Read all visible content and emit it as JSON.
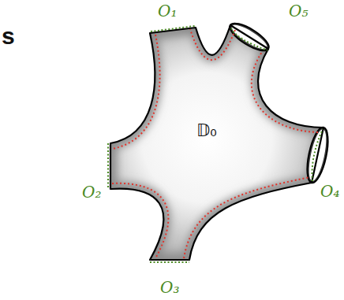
{
  "diagram": {
    "nodes": [
      {
        "text": [
          "𝔻₀"
        ]
      }
    ],
    "labels": [
      "O₁",
      "O₅",
      "O₂",
      "O₄",
      "O₃",
      "s"
    ]
  }
}
